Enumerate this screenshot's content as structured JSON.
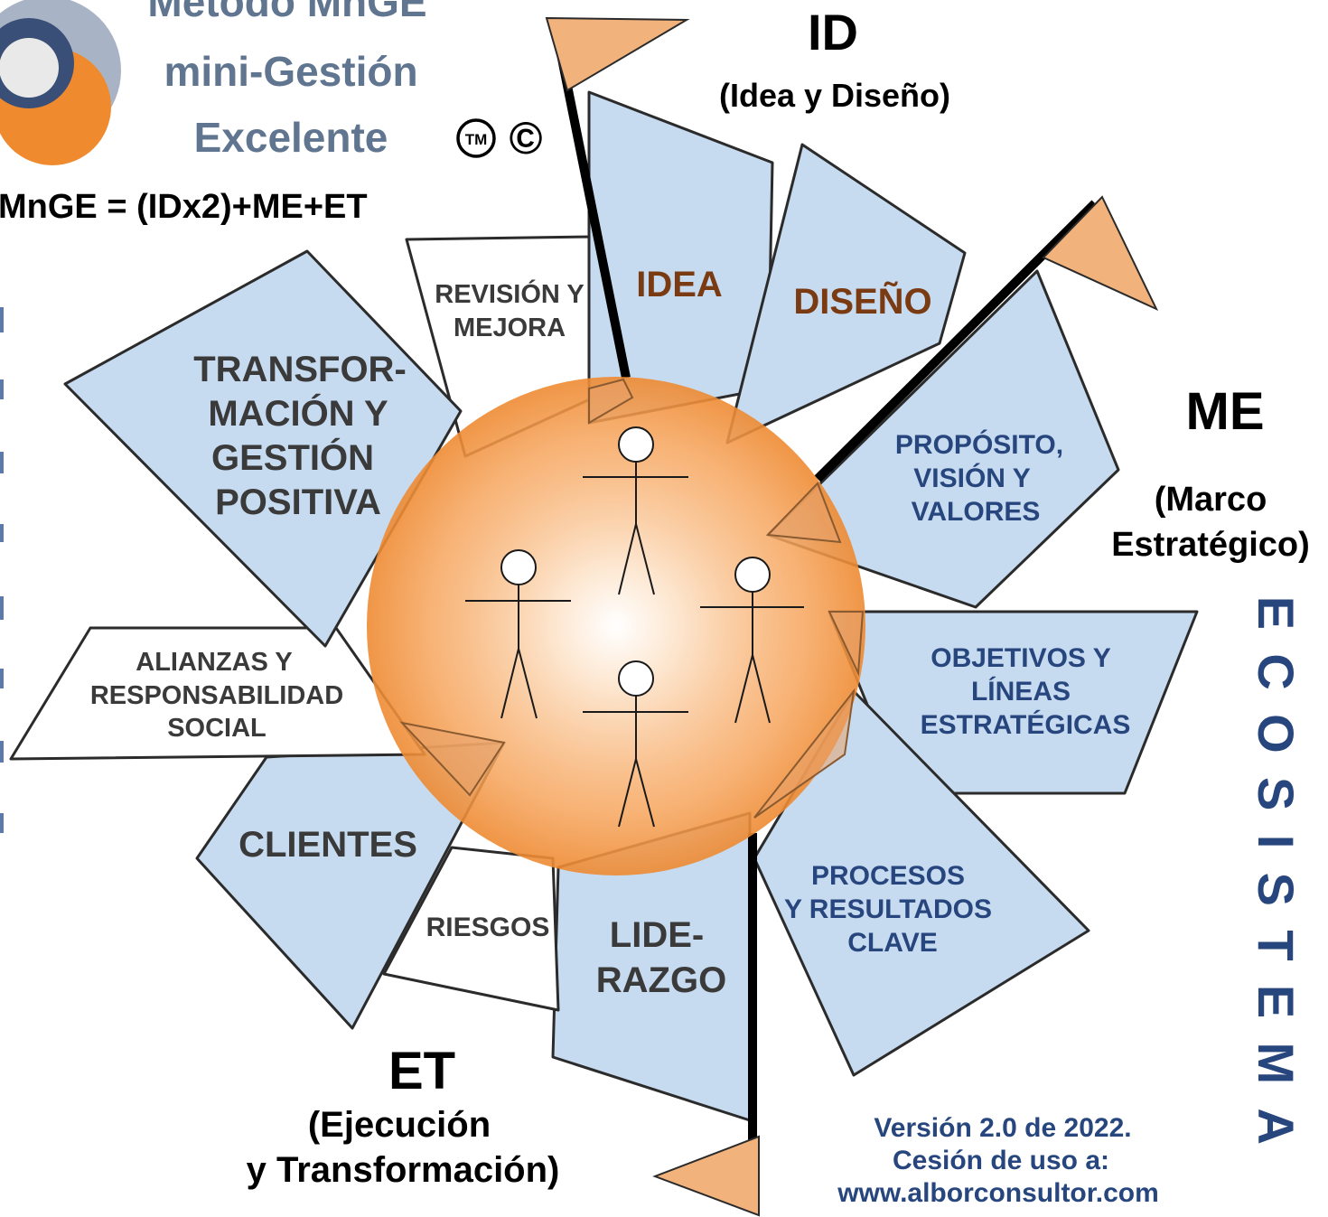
{
  "header": {
    "title_lines": [
      "Método MnGE",
      "mini-Gestión",
      "Excelente"
    ],
    "trademark": "TM",
    "copyright": "©",
    "formula": "MnGE = (IDx2)+ME+ET"
  },
  "groups": {
    "id": {
      "code": "ID",
      "name": "(Idea y Diseño)"
    },
    "me": {
      "code": "ME",
      "name_lines": [
        "(Marco",
        "Estratégico)"
      ]
    },
    "et": {
      "code": "ET",
      "name_lines": [
        "(Ejecución",
        "y Transformación)"
      ]
    }
  },
  "blades": {
    "idea": "IDEA",
    "diseno": "DISEÑO",
    "proposito": [
      "PROPÓSITO,",
      "VISIÓN Y",
      "VALORES"
    ],
    "objetivos": [
      "OBJETIVOS Y",
      "LÍNEAS",
      "ESTRATÉGICAS"
    ],
    "procesos": [
      "PROCESOS",
      "Y RESULTADOS",
      "CLAVE"
    ],
    "liderazgo": [
      "LIDE-",
      "RAZGO"
    ],
    "riesgos": "RIESGOS",
    "clientes": "CLIENTES",
    "alianzas": [
      "ALIANZAS Y",
      "RESPONSABILIDAD",
      "SOCIAL"
    ],
    "transformacion": [
      "TRANSFOR-",
      "MACIÓN Y",
      "GESTIÓN",
      "POSITIVA"
    ],
    "revision": [
      "REVISIÓN Y",
      "MEJORA"
    ]
  },
  "side_label": "ECOSISTEMA",
  "footer": {
    "lines": [
      "Versión 2.0 de 2022.",
      "Cesión de uso a:",
      "www.alborconsultor.com"
    ]
  },
  "colors": {
    "blade_fill": "#c7dbf0",
    "white_fill": "#ffffff",
    "flag": "#f2b27c",
    "sphere": "#f0953f",
    "logo_orange": "#ef8a2e",
    "logo_gray": "#a9b3c6",
    "logo_navy": "#3a4f78"
  }
}
